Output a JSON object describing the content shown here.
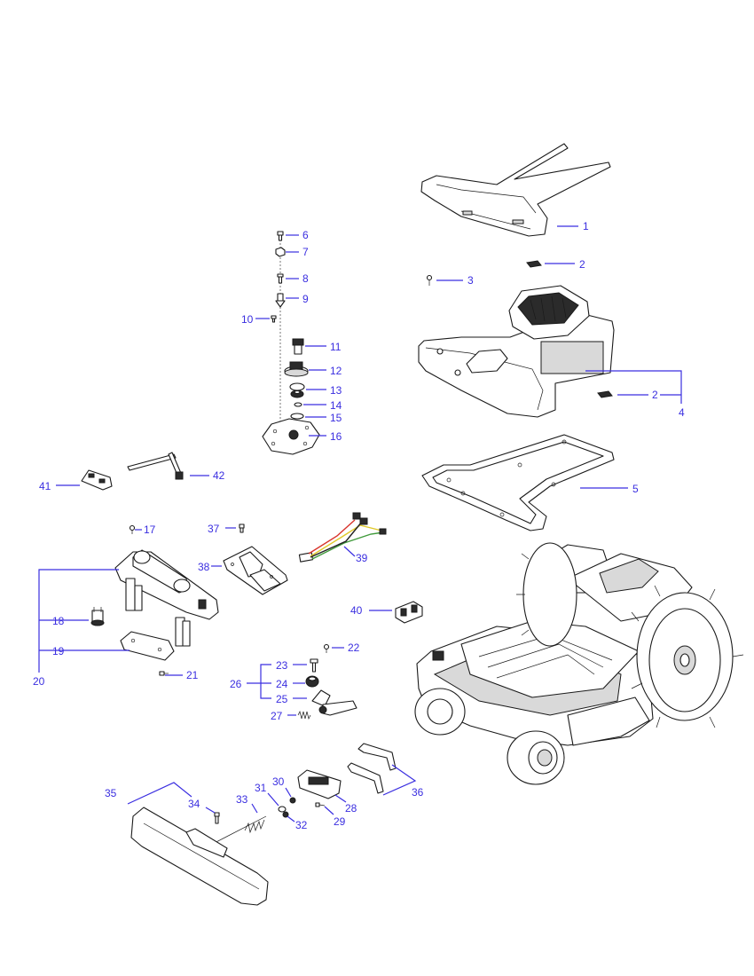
{
  "page": {
    "background": "#ffffff"
  },
  "callout_color": "#3a2ee0",
  "callouts": {
    "c1": "1",
    "c2a": "2",
    "c2b": "2",
    "c3": "3",
    "c4": "4",
    "c5": "5",
    "c6": "6",
    "c7": "7",
    "c8": "8",
    "c9": "9",
    "c10": "10",
    "c11": "11",
    "c12": "12",
    "c13": "13",
    "c14": "14",
    "c15": "15",
    "c16": "16",
    "c17": "17",
    "c18": "18",
    "c19": "19",
    "c20": "20",
    "c21": "21",
    "c22": "22",
    "c23": "23",
    "c24": "24",
    "c25": "25",
    "c26": "26",
    "c27": "27",
    "c28": "28",
    "c29": "29",
    "c30": "30",
    "c31": "31",
    "c32": "32",
    "c33": "33",
    "c34": "34",
    "c35": "35",
    "c36": "36",
    "c37": "37",
    "c38": "38",
    "c39": "39",
    "c40": "40",
    "c41": "41",
    "c42": "42"
  }
}
